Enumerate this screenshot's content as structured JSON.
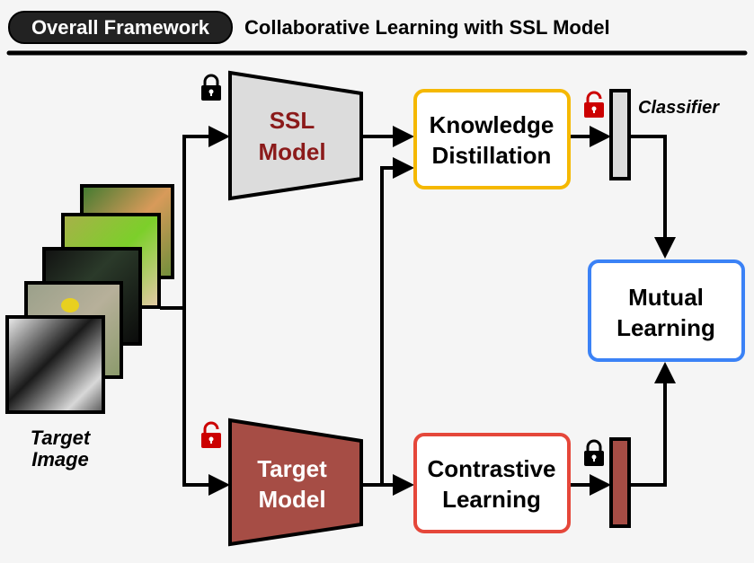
{
  "header": {
    "badge": "Overall Framework",
    "title": "Collaborative Learning with SSL Model"
  },
  "input": {
    "label_line1": "Target",
    "label_line2": "Image"
  },
  "ssl_model": {
    "line1": "SSL",
    "line2": "Model",
    "lock": "locked"
  },
  "target_model": {
    "line1": "Target",
    "line2": "Model",
    "lock": "unlocked"
  },
  "knowledge_distillation": {
    "line1": "Knowledge",
    "line2": "Distillation"
  },
  "contrastive_learning": {
    "line1": "Contrastive",
    "line2": "Learning"
  },
  "mutual_learning": {
    "line1": "Mutual",
    "line2": "Learning"
  },
  "classifier": {
    "label": "Classifier",
    "top_lock": "unlocked",
    "bottom_lock": "locked"
  },
  "colors": {
    "ssl_fill": "#dcdcdc",
    "ssl_text": "#8b1a1a",
    "target_fill": "#a64d45",
    "kd_border": "#f5b800",
    "cl_border": "#e5473a",
    "ml_border": "#3b82f6"
  }
}
